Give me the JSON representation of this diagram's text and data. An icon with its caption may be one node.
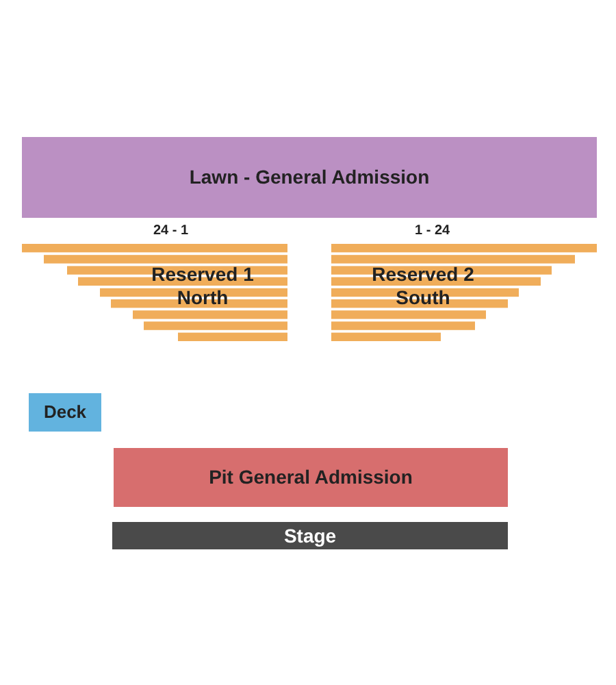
{
  "diagram": {
    "nodes": [
      {
        "text": [
          "Lawn - General Admission"
        ]
      },
      {
        "text": [
          "Reserved 1 North"
        ],
        "beside": [
          "24 - 1"
        ]
      },
      {
        "text": [
          "Reserved 2 South"
        ],
        "beside": [
          "1 - 24"
        ]
      },
      {
        "text": [
          "Deck"
        ]
      },
      {
        "text": [
          "Pit General Admission"
        ]
      },
      {
        "text": [
          "Stage"
        ]
      }
    ]
  }
}
